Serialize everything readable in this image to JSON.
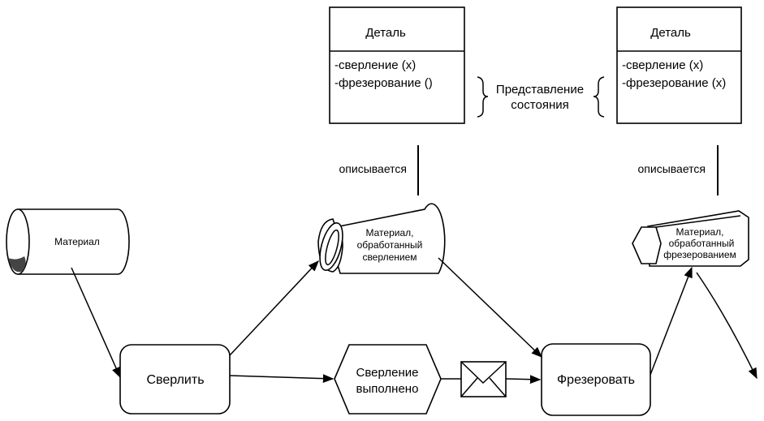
{
  "class_left": {
    "title": "Деталь",
    "attributes": [
      "-сверление (x)",
      "-фрезерование ()"
    ]
  },
  "class_right": {
    "title": "Деталь",
    "attributes": [
      "-сверление (x)",
      "-фрезерование (x)"
    ]
  },
  "state_representation": {
    "line1": "Представление",
    "line2": "состояния"
  },
  "describes_left": "описывается",
  "describes_right": "описывается",
  "material_raw": "Материал",
  "material_drilled": {
    "line1": "Материал,",
    "line2": "обработанный",
    "line3": "сверлением"
  },
  "material_milled": {
    "line1": "Материал,",
    "line2": "обработанный",
    "line3": "фрезерованием"
  },
  "activity_drill": "Сверлить",
  "event_drilled": {
    "line1": "Сверление",
    "line2": "выполнено"
  },
  "activity_mill": "Фрезеровать"
}
